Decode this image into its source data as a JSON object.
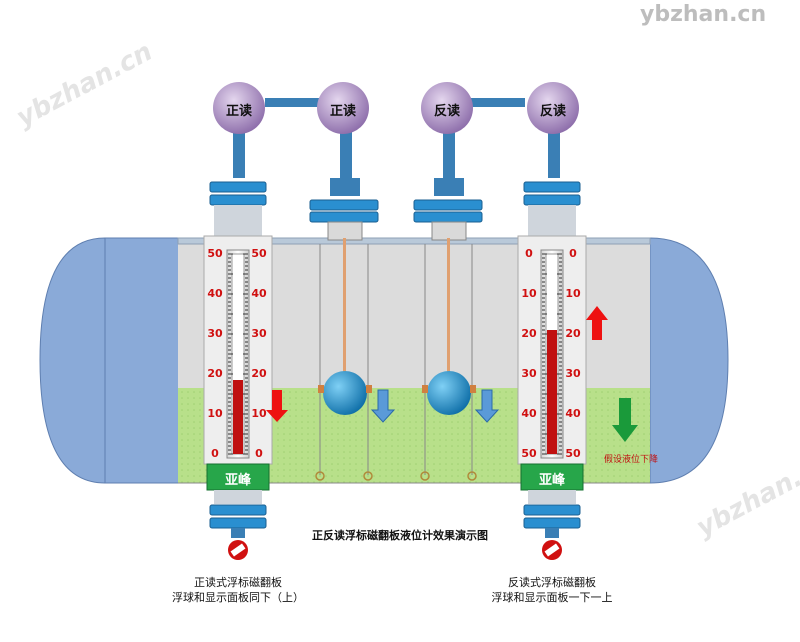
{
  "watermarks": [
    "ybzhan.cn",
    "ybzhan.cn",
    "ybzhan.cn"
  ],
  "caption": "正反读浮标磁翻板液位计效果演示图",
  "left_gauge": {
    "read_labels": [
      "正读",
      "正读"
    ],
    "scale": [
      "50",
      "40",
      "30",
      "20",
      "10",
      "0"
    ],
    "brand": "亚峰",
    "level_fraction": 0.37,
    "description": [
      "正读式浮标磁翻板",
      "浮球和显示面板同下（上）"
    ]
  },
  "right_gauge": {
    "read_labels": [
      "反读",
      "反读"
    ],
    "scale": [
      "0",
      "10",
      "20",
      "30",
      "40",
      "50"
    ],
    "brand": "亚峰",
    "red_top_fraction": 0.38,
    "description": [
      "反读式浮标磁翻板",
      "浮球和显示面板一下一上"
    ]
  },
  "level_note": "假设液位下降",
  "colors": {
    "tank_end": "#8aaad8",
    "tank_body": "#dcdcdc",
    "liquid": "#b8e08a",
    "flange": "#2a8fd0",
    "pipe": "#3a7fb5",
    "float_ball": "#1e86c4",
    "red_column": "#c01010",
    "brand_plate": "#27a64a",
    "knob": "#b49ac8"
  },
  "icons": [
    "arrow-down-icon",
    "arrow-up-icon",
    "no-entry-icon"
  ]
}
